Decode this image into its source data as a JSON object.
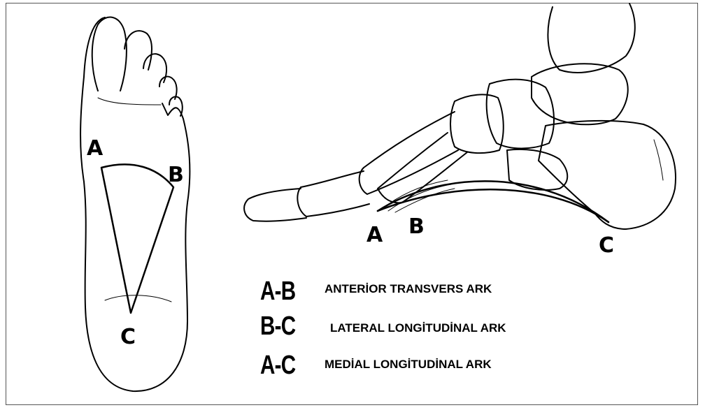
{
  "points": {
    "a": "A",
    "b": "B",
    "c": "C"
  },
  "legend": [
    {
      "key": "A-B",
      "text": "ANTERİOR TRANSVERS ARK"
    },
    {
      "key": "B-C",
      "text": "LATERAL LONGİTUDİNAL ARK"
    },
    {
      "key": "A-C",
      "text": "MEDİAL LONGİTUDİNAL ARK"
    }
  ],
  "colors": {
    "ink": "#000000",
    "frame": "#555555",
    "background": "#ffffff"
  }
}
